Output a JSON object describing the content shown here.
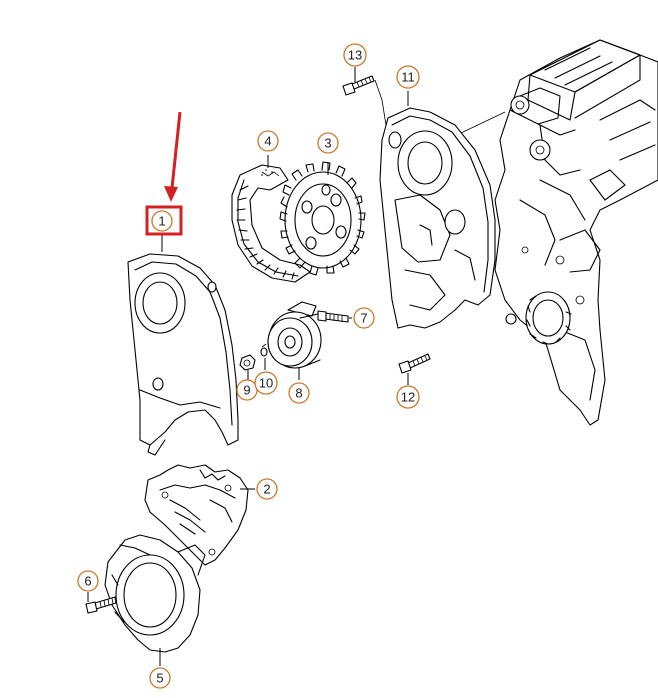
{
  "highlight_color": "#d42020",
  "callout_color": "#c8782a",
  "callouts": {
    "p1": "1",
    "p2": "2",
    "p3": "3",
    "p4": "4",
    "p5": "5",
    "p6": "6",
    "p7": "7",
    "p8": "8",
    "p9": "9",
    "p10": "10",
    "p11": "11",
    "p12": "12",
    "p13": "13"
  },
  "icons": {
    "pointer": "red-arrow-icon",
    "selection": "highlight-box"
  }
}
